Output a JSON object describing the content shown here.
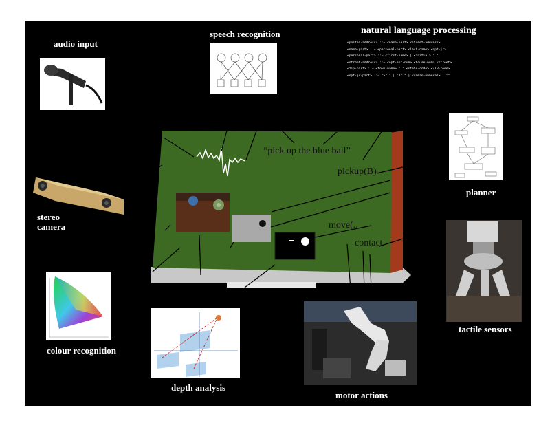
{
  "labels": {
    "audio_input": "audio input",
    "speech_recognition": "speech recognition",
    "nlp": "natural language processing",
    "planner": "planner",
    "stereo_camera": "stereo\ncamera",
    "tactile_sensors": "tactile sensors",
    "colour_recognition": "colour recognition",
    "depth_analysis": "depth analysis",
    "motor_actions": "motor actions"
  },
  "board": {
    "utterance": "“pick up the blue ball”",
    "logical_form": "pickup(B)",
    "move": "move(..",
    "contact": "contact"
  },
  "grammar_lines": [
    "<postal-address> ::= <name-part> <street-address>",
    "<name-part> ::= <personal-part> <last-name> <opt-jr>",
    "<personal-part> ::= <first-name> | <initial> \".\"",
    "<street-address> ::= <opt-apt-num> <house-num> <street>",
    "<zip-part> ::= <town-name> \",\" <state-code> <ZIP-code>",
    "<opt-jr-part> ::= \"Sr.\" | \"Jr.\" | <roman-numeral> | \"\""
  ],
  "colors": {
    "slide_bg": "#000000",
    "board_green": "#3d6a22",
    "board_edge": "#a43a1c",
    "tray": "#c8c8c8",
    "label_text": "#ffffff"
  }
}
